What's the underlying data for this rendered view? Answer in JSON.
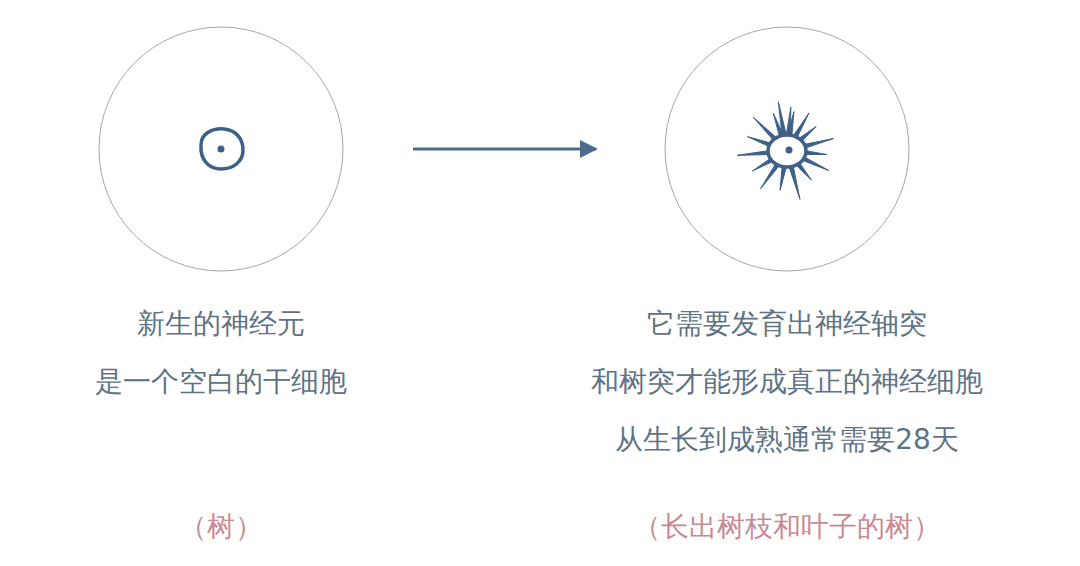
{
  "diagram": {
    "nodes": [
      {
        "text": [
          "新生的神经元 是一个空白的干细胞"
        ]
      },
      {
        "text": [
          "它需要发育出神经轴突 和树突才能形成真正的神经细胞 从生长到成熟通常需要28天"
        ]
      }
    ],
    "edges": [
      {
        "from": 0,
        "to": 1,
        "arrow": "to"
      }
    ],
    "labels": [
      "（树）",
      "（长出树枝和叶子的树）"
    ]
  }
}
